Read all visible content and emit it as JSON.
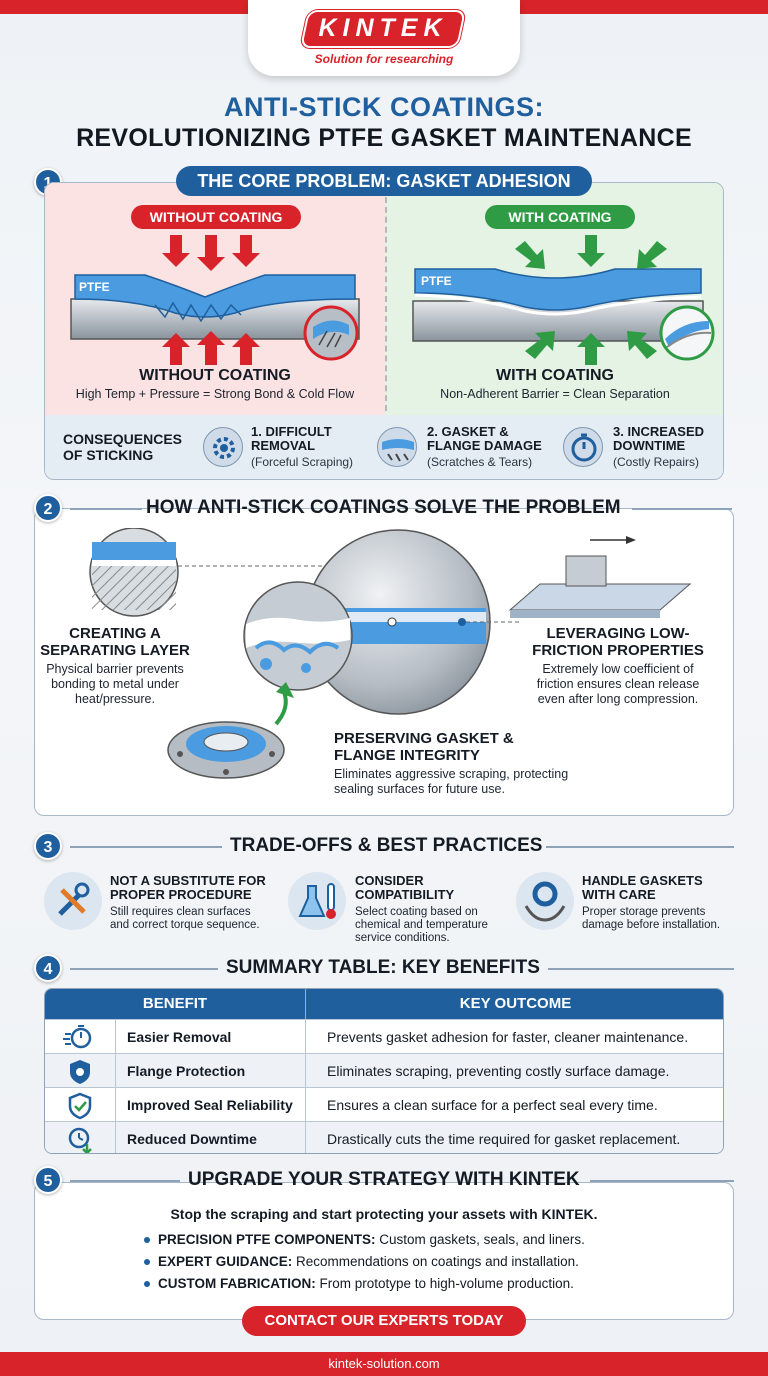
{
  "brand": {
    "logo": "KINTEK",
    "tagline": "Solution for researching",
    "website": "kintek-solution.com"
  },
  "title": {
    "line1": "ANTI-STICK COATINGS:",
    "line2": "REVOLUTIONIZING PTFE GASKET MAINTENANCE"
  },
  "section1": {
    "number": "1",
    "heading": "THE CORE PROBLEM: GASKET ADHESION",
    "without": {
      "badge": "WITHOUT COATING",
      "caption": "WITHOUT COATING",
      "subtitle": "High Temp + Pressure = Strong Bond & Cold Flow",
      "material_label": "PTFE"
    },
    "with": {
      "badge": "WITH COATING",
      "caption": "WITH COATING",
      "subtitle": "Non-Adherent Barrier = Clean Separation",
      "material_label": "PTFE"
    },
    "consequences": {
      "title_line1": "CONSEQUENCES",
      "title_line2": "OF STICKING",
      "items": [
        {
          "title_line1": "1. DIFFICULT",
          "title_line2": "REMOVAL",
          "detail": "(Forceful Scraping)",
          "icon": "gear-icon"
        },
        {
          "title_line1": "2. GASKET &",
          "title_line2": "FLANGE DAMAGE",
          "detail": "(Scratches & Tears)",
          "icon": "torn-gasket-icon"
        },
        {
          "title_line1": "3. INCREASED",
          "title_line2": "DOWNTIME",
          "detail": "(Costly Repairs)",
          "icon": "stopwatch-icon"
        }
      ]
    }
  },
  "section2": {
    "number": "2",
    "heading": "HOW ANTI-STICK COATINGS SOLVE THE PROBLEM",
    "separating": {
      "title_line1": "CREATING A",
      "title_line2": "SEPARATING LAYER",
      "text_line1": "Physical barrier prevents",
      "text_line2": "bonding to metal under",
      "text_line3": "heat/pressure."
    },
    "friction": {
      "title_line1": "LEVERAGING LOW-",
      "title_line2": "FRICTION PROPERTIES",
      "text_line1": "Extremely low coefficient of",
      "text_line2": "friction ensures clean release",
      "text_line3": "even after long compression."
    },
    "integrity": {
      "title_line1": "PRESERVING GASKET &",
      "title_line2": "FLANGE INTEGRITY",
      "text_line1": "Eliminates aggressive scraping, protecting",
      "text_line2": "sealing surfaces for future use."
    }
  },
  "section3": {
    "number": "3",
    "heading": "TRADE-OFFS & BEST PRACTICES",
    "items": [
      {
        "title_line1": "NOT A SUBSTITUTE FOR",
        "title_line2": "PROPER PROCEDURE",
        "text_line1": "Still requires clean surfaces",
        "text_line2": "and correct torque sequence.",
        "text_line3": "",
        "icon": "tools-icon"
      },
      {
        "title_line1": "CONSIDER",
        "title_line2": "COMPATIBILITY",
        "text_line1": "Select coating based on",
        "text_line2": "chemical and temperature",
        "text_line3": "service conditions.",
        "icon": "flask-thermometer-icon"
      },
      {
        "title_line1": "HANDLE GASKETS",
        "title_line2": "WITH CARE",
        "text_line1": "Proper storage prevents",
        "text_line2": "damage before installation.",
        "text_line3": "",
        "icon": "hands-gasket-icon"
      }
    ]
  },
  "section4": {
    "number": "4",
    "heading": "SUMMARY TABLE: KEY BENEFITS",
    "columns": [
      "BENEFIT",
      "KEY OUTCOME"
    ],
    "rows": [
      {
        "icon": "stopwatch-icon",
        "benefit": "Easier Removal",
        "outcome": "Prevents gasket adhesion for faster, cleaner maintenance."
      },
      {
        "icon": "shield-icon",
        "benefit": "Flange Protection",
        "outcome": "Eliminates scraping, preventing costly surface damage."
      },
      {
        "icon": "shield-check-icon",
        "benefit": "Improved Seal Reliability",
        "outcome": "Ensures a clean surface for a perfect seal every time."
      },
      {
        "icon": "clock-arrow-icon",
        "benefit": "Reduced Downtime",
        "outcome": "Drastically cuts the time required for gasket replacement."
      }
    ]
  },
  "section5": {
    "number": "5",
    "heading": "UPGRADE YOUR STRATEGY WITH KINTEK",
    "lead": "Stop the scraping and start protecting your assets with KINTEK.",
    "bullets": [
      {
        "label": "PRECISION PTFE COMPONENTS:",
        "text": " Custom gaskets, seals, and liners."
      },
      {
        "label": "EXPERT GUIDANCE:",
        "text": " Recommendations on coatings and installation."
      },
      {
        "label": "CUSTOM FABRICATION:",
        "text": " From prototype to high-volume production."
      }
    ],
    "cta": "CONTACT OUR EXPERTS TODAY"
  },
  "colors": {
    "brand_red": "#d8232a",
    "primary_blue": "#1f5f9e",
    "ptfe_blue": "#4a9be0",
    "green": "#2f9b45"
  }
}
